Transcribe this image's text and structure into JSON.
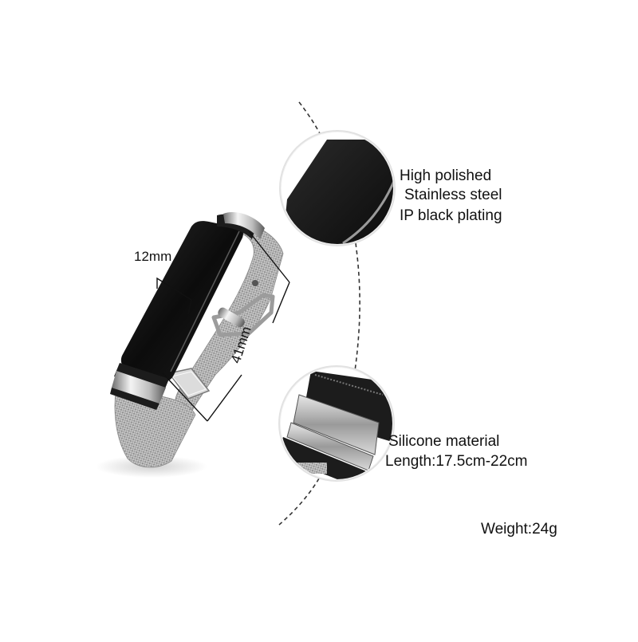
{
  "product": {
    "name": "Mesh bracelet with black ID plate",
    "colors": {
      "plate": "#111111",
      "mesh": "#b8b8b8",
      "steel_highlight": "#f2f2f2",
      "steel_shadow": "#6e6e6e",
      "rubber": "#1c1c1c",
      "annotation_line": "#222222",
      "background": "#ffffff"
    }
  },
  "dimensions": {
    "width": {
      "label": "12mm"
    },
    "length": {
      "label": "41mm"
    }
  },
  "callouts": [
    {
      "id": "plate-detail",
      "icon": "plate-closeup-icon",
      "lines": [
        "High polished",
        "Stainless steel",
        "IP black plating"
      ]
    },
    {
      "id": "clasp-detail",
      "icon": "clasp-closeup-icon",
      "lines": [
        "Silicone material",
        "Length:17.5cm-22cm"
      ]
    }
  ],
  "specs": {
    "weight": "Weight:24g"
  }
}
